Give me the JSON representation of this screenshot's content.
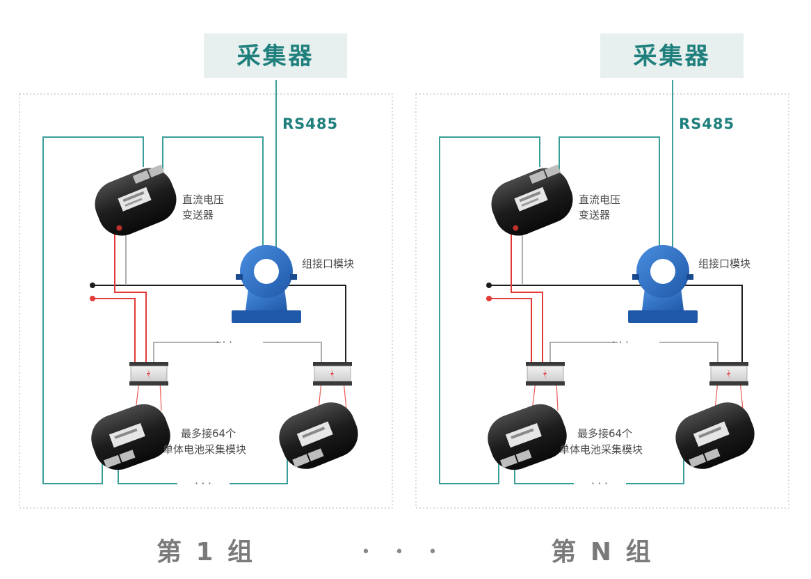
{
  "groups": [
    {
      "collector_label": "采集器",
      "bus_label": "RS485",
      "dc_transmitter_label_line1": "直流电压",
      "dc_transmitter_label_line2": "变送器",
      "interface_module_label": "组接口模块",
      "cell_module_label_line1": "最多接64个",
      "cell_module_label_line2": "单体电池采集模块",
      "ellipsis_bus": "· · ·",
      "ellipsis_bottom": "· · ·",
      "title": "第 1 组"
    },
    {
      "collector_label": "采集器",
      "bus_label": "RS485",
      "dc_transmitter_label_line1": "直流电压",
      "dc_transmitter_label_line2": "变送器",
      "interface_module_label": "组接口模块",
      "cell_module_label_line1": "最多接64个",
      "cell_module_label_line2": "单体电池采集模块",
      "ellipsis_bus": "· · ·",
      "ellipsis_bottom": "· · ·",
      "title": "第 N 组"
    }
  ],
  "between_groups": "• • •",
  "colors": {
    "teal": "#1e7f7c",
    "collector_bg": "#e8f0ef",
    "module_blue": "#2f6fc4",
    "wire_red": "#e23a36",
    "wire_black": "#1d1d1d",
    "wire_teal": "#3a9e98"
  }
}
